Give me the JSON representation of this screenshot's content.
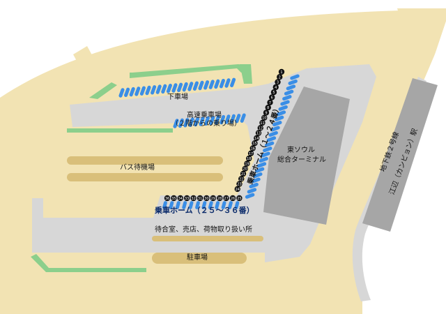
{
  "labels": {
    "drop_off": "下車場",
    "express_boarding": "高速乗車場",
    "express_boarding_note": "（２階からの乗り場）",
    "bus_waiting": "バス待機場",
    "terminal_name": "東ソウル",
    "terminal_name2": "総合ターミナル",
    "platform_upper": "乗車ホーム（１～２４番）",
    "platform_lower": "乗車ホーム（２５～３６番）",
    "facilities": "待合室、売店、荷物取り扱い所",
    "parking": "駐車場",
    "station_line1": "地下鉄２号線",
    "station_line2": "江辺（カンビョン）駅"
  },
  "platform_numbers_upper": [
    "1",
    "2",
    "3",
    "4",
    "5",
    "6",
    "7",
    "8",
    "9",
    "10",
    "11",
    "12",
    "13",
    "14",
    "15",
    "16",
    "17",
    "18",
    "19",
    "20",
    "21",
    "22",
    "23",
    "24"
  ],
  "platform_numbers_lower": [
    "36",
    "35",
    "34",
    "33",
    "32",
    "31",
    "30",
    "29",
    "28",
    "27",
    "26",
    "25"
  ],
  "colors": {
    "ground": "#f2e3b3",
    "road": "#d7d7d7",
    "building": "#a6a6a6",
    "green": "#8ccf8c",
    "band": "#d9bf7a",
    "bay": "#3a8ee6",
    "platform_pill": "#111111"
  }
}
